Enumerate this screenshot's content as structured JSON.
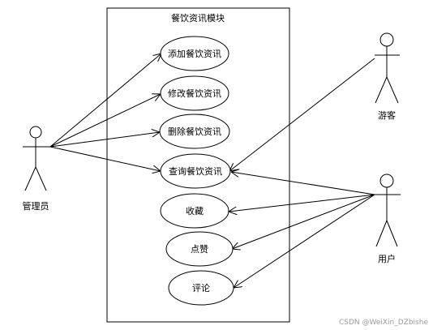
{
  "system": {
    "title": "餐饮资讯模块"
  },
  "actors": {
    "admin": "管理员",
    "visitor": "游客",
    "user": "用户"
  },
  "use_cases": [
    "添加餐饮资讯",
    "修改餐饮资讯",
    "删除餐饮资讯",
    "查询餐饮资讯",
    "收藏",
    "点赞",
    "评论"
  ],
  "watermark": "CSDN @WeiXin_DZbishe"
}
